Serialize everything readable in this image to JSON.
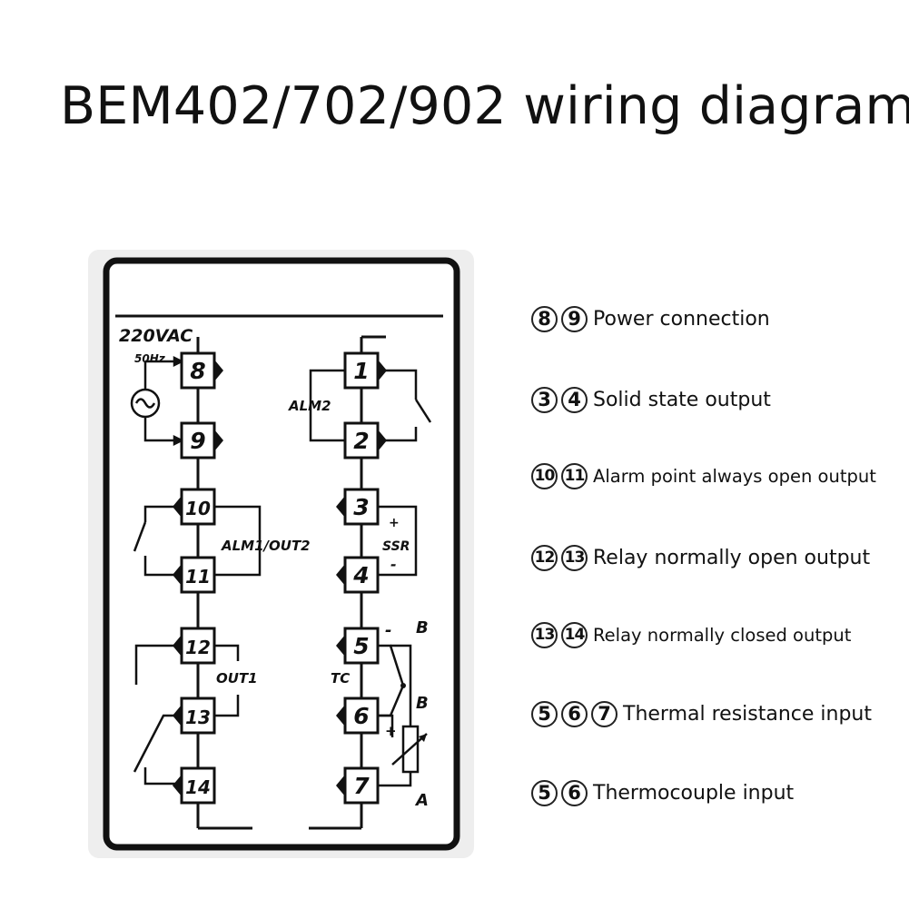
{
  "title": "BEM402/702/902 wiring diagram",
  "diagram": {
    "supply_voltage": "220VAC",
    "supply_frequency": "50Hz",
    "left_terminals": [
      "8",
      "9",
      "10",
      "11",
      "12",
      "13",
      "14"
    ],
    "right_terminals": [
      "1",
      "2",
      "3",
      "4",
      "5",
      "6",
      "7"
    ],
    "labels": {
      "alm2": "ALM2",
      "alm1_out2": "ALM1/OUT2",
      "out1": "OUT1",
      "ssr": "SSR",
      "tc": "TC",
      "plus": "+",
      "minus": "-",
      "b_top": "B",
      "b_mid": "B",
      "a": "A"
    }
  },
  "legend": [
    {
      "numbers": [
        "8",
        "9"
      ],
      "text": "Power connection"
    },
    {
      "numbers": [
        "3",
        "4"
      ],
      "text": "Solid state output"
    },
    {
      "numbers": [
        "10",
        "11"
      ],
      "text": "Alarm point always open output"
    },
    {
      "numbers": [
        "12",
        "13"
      ],
      "text": "Relay normally open output"
    },
    {
      "numbers": [
        "13",
        "14"
      ],
      "text": "Relay normally closed output"
    },
    {
      "numbers": [
        "5",
        "6",
        "7"
      ],
      "text": "Thermal resistance input"
    },
    {
      "numbers": [
        "5",
        "6"
      ],
      "text": "Thermocouple input"
    }
  ]
}
